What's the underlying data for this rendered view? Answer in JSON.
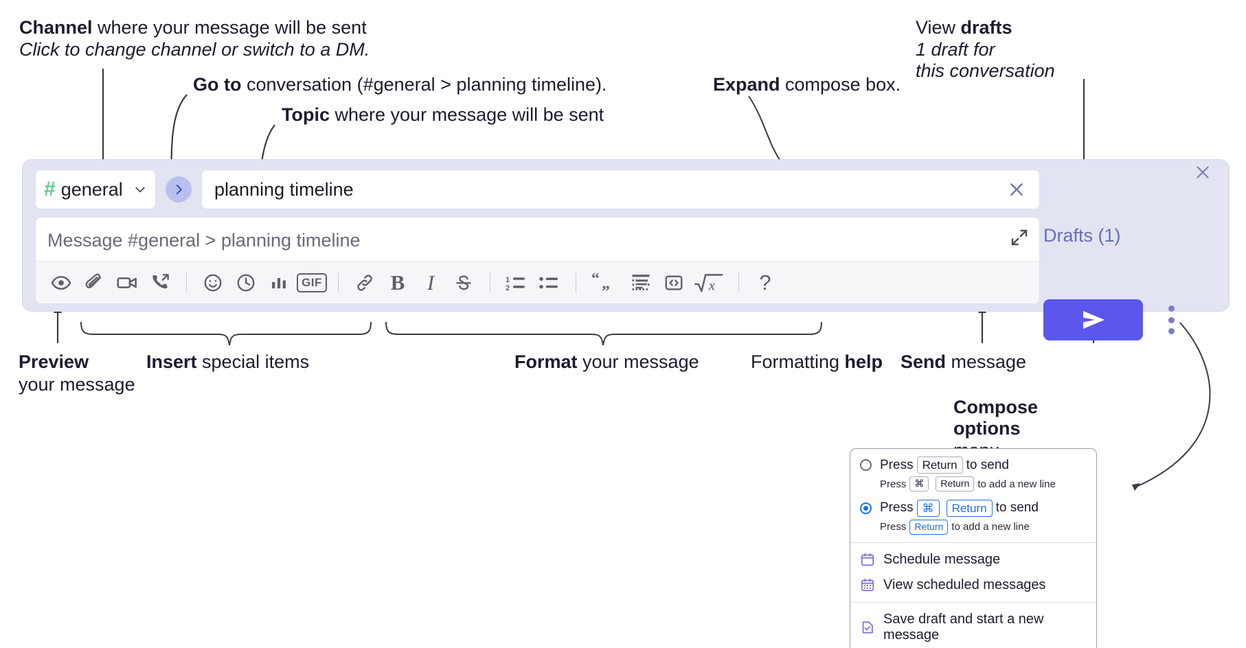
{
  "annotations": {
    "channel": {
      "bold": "Channel",
      "rest": " where your message will be sent",
      "italic": "Click to change channel or switch to a DM."
    },
    "goto": {
      "bold": "Go to",
      "rest": " conversation (#general > planning timeline)."
    },
    "topic": {
      "bold": "Topic",
      "rest": " where your message will be sent"
    },
    "expand": {
      "bold": "Expand",
      "rest": " compose box."
    },
    "drafts": {
      "bold_prefix": "View ",
      "bold": "drafts",
      "italic_line1": "1 draft for",
      "italic_line2": "this conversation"
    },
    "preview": {
      "bold": "Preview",
      "line2": "your message"
    },
    "insert": {
      "bold": "Insert",
      "rest": " special items"
    },
    "format": {
      "bold": "Format",
      "rest": " your message"
    },
    "help": {
      "prefix": "Formatting ",
      "bold": "help"
    },
    "send": {
      "bold": "Send",
      "rest": " message"
    },
    "compose_options": {
      "line1": "Compose",
      "line2": "options",
      "line3": "menu"
    }
  },
  "compose": {
    "channel_name": "general",
    "channel_icon": "hash-icon",
    "goto_icon": "chevron-right-icon",
    "topic_value": "planning timeline",
    "clear_icon": "close-icon",
    "message_placeholder": "Message #general > planning timeline",
    "expand_icon": "expand-icon",
    "drafts_label": "Drafts (1)",
    "send_icon": "send-icon",
    "kebab_icon": "more-vertical-icon",
    "close_icon": "close-icon",
    "toolbar": [
      {
        "name": "preview-icon",
        "label": "Preview",
        "type": "icon"
      },
      {
        "name": "attachment-icon",
        "label": "Attach file",
        "type": "icon"
      },
      {
        "name": "video-icon",
        "label": "Video clip",
        "type": "icon"
      },
      {
        "name": "audio-call-icon",
        "label": "Audio clip",
        "type": "icon"
      },
      {
        "name": "separator",
        "type": "sep"
      },
      {
        "name": "emoji-icon",
        "label": "Emoji",
        "type": "icon"
      },
      {
        "name": "clock-icon",
        "label": "Reminder",
        "type": "icon"
      },
      {
        "name": "poll-icon",
        "label": "Poll",
        "type": "icon"
      },
      {
        "name": "gif-icon",
        "label": "GIF",
        "type": "gif"
      },
      {
        "name": "separator",
        "type": "sep"
      },
      {
        "name": "link-icon",
        "label": "Link",
        "type": "icon"
      },
      {
        "name": "bold-icon",
        "label": "B",
        "type": "text-bold"
      },
      {
        "name": "italic-icon",
        "label": "I",
        "type": "text-italic"
      },
      {
        "name": "strikethrough-icon",
        "label": "Strikethrough",
        "type": "icon"
      },
      {
        "name": "separator",
        "type": "sep"
      },
      {
        "name": "ordered-list-icon",
        "label": "Ordered list",
        "type": "icon"
      },
      {
        "name": "bulleted-list-icon",
        "label": "Bulleted list",
        "type": "icon"
      },
      {
        "name": "separator",
        "type": "sep"
      },
      {
        "name": "blockquote-icon",
        "label": "Blockquote",
        "type": "icon"
      },
      {
        "name": "code-block-icon",
        "label": "Code block",
        "type": "icon"
      },
      {
        "name": "code-icon",
        "label": "Code",
        "type": "icon"
      },
      {
        "name": "math-icon",
        "label": "Math",
        "type": "icon"
      },
      {
        "name": "separator",
        "type": "sep"
      },
      {
        "name": "help-icon",
        "label": "?",
        "type": "text-help"
      }
    ]
  },
  "options_menu": {
    "option1": {
      "prefix": "Press",
      "key": "Return",
      "suffix": "to send",
      "sub_prefix": "Press",
      "sub_key1": "⌘",
      "sub_key2": "Return",
      "sub_suffix": "to add a new line",
      "selected": false
    },
    "option2": {
      "prefix": "Press",
      "key1": "⌘",
      "key2": "Return",
      "suffix": "to send",
      "sub_prefix": "Press",
      "sub_key": "Return",
      "sub_suffix": "to add a new line",
      "selected": true
    },
    "items": [
      {
        "icon": "calendar-icon",
        "label": "Schedule message"
      },
      {
        "icon": "calendar-grid-icon",
        "label": "View scheduled messages"
      },
      {
        "icon": "file-check-icon",
        "label": "Save draft and start a new message"
      }
    ]
  },
  "colors": {
    "panel_bg": "#e2e4f2",
    "accent_send": "#5b57ec",
    "drafts_text": "#676db9",
    "hash_green": "#5bcf8f",
    "goto_circle": "#b9c0f0",
    "radio_blue": "#1d6ff2",
    "menu_icon_purple": "#7b6fe0"
  }
}
